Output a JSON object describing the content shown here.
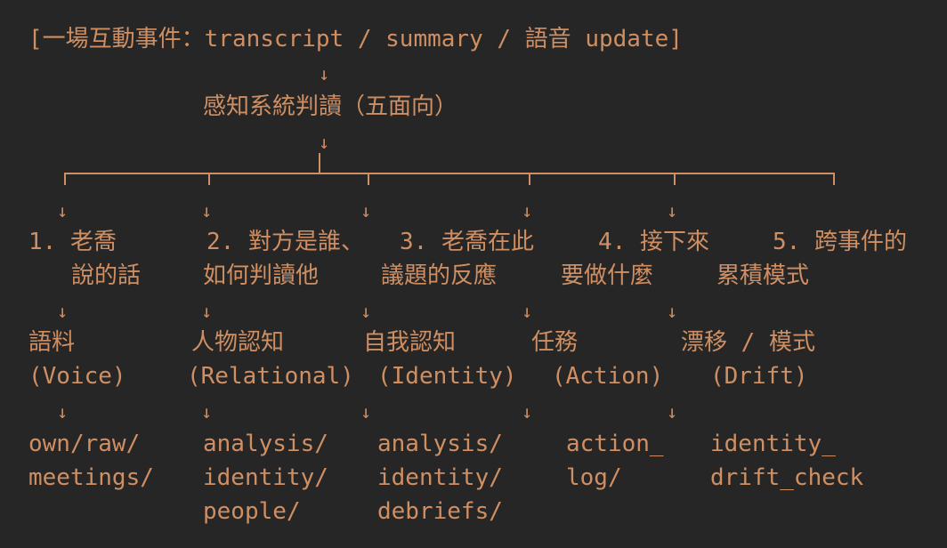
{
  "header": {
    "event": "[一場互動事件：transcript / summary / 語音 update]",
    "system": "感知系統判讀（五面向）"
  },
  "arrow_glyph": "↓",
  "columns": [
    {
      "facet_line1": "1. 老喬",
      "facet_line2": "說的話",
      "layer_line1": "語料",
      "layer_line2": "(Voice)",
      "path_line1": "own/raw/",
      "path_line2": "meetings/",
      "path_line3": ""
    },
    {
      "facet_line1": "2. 對方是誰、",
      "facet_line2": "如何判讀他",
      "layer_line1": "人物認知",
      "layer_line2": "(Relational)",
      "path_line1": "analysis/",
      "path_line2": "identity/",
      "path_line3": "people/"
    },
    {
      "facet_line1": "3. 老喬在此",
      "facet_line2": "議題的反應",
      "layer_line1": "自我認知",
      "layer_line2": "(Identity)",
      "path_line1": "analysis/",
      "path_line2": "identity/",
      "path_line3": "debriefs/"
    },
    {
      "facet_line1": "4. 接下來",
      "facet_line2": "要做什麼",
      "layer_line1": "任務",
      "layer_line2": "(Action)",
      "path_line1": "action_",
      "path_line2": "log/",
      "path_line3": ""
    },
    {
      "facet_line1": "5. 跨事件的",
      "facet_line2": "累積模式",
      "layer_line1": "漂移 / 模式",
      "layer_line2": "(Drift)",
      "path_line1": "identity_",
      "path_line2": "drift_check",
      "path_line3": ""
    }
  ]
}
